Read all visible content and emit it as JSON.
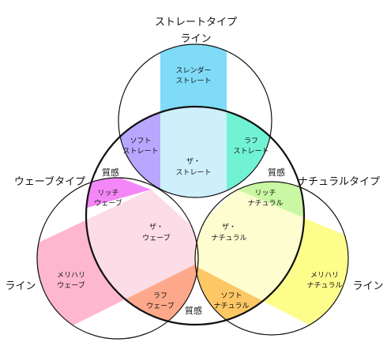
{
  "categories": {
    "straight": {
      "title": "ストレートタイプ",
      "line": "ライン"
    },
    "wave": {
      "title": "ウェーブタイプ",
      "line": "ライン"
    },
    "natural": {
      "title": "ナチュラルタイプ",
      "line": "ライン"
    }
  },
  "texture_labels": {
    "left": "質感",
    "right": "質感",
    "bottom": "質感"
  },
  "regions": {
    "slender_straight": [
      "スレンダー",
      "ストレート"
    ],
    "soft_straight": [
      "ソフト",
      "ストレート"
    ],
    "the_straight": [
      "ザ・",
      "ストレート"
    ],
    "rough_straight": [
      "ラフ",
      "ストレート"
    ],
    "rich_wave": [
      "リッチ",
      "ウェーブ"
    ],
    "the_wave": [
      "ザ・",
      "ウェーブ"
    ],
    "merihari_wave": [
      "メリハリ",
      "ウェーブ"
    ],
    "rough_wave": [
      "ラフ",
      "ウェーブ"
    ],
    "rich_natural": [
      "リッチ",
      "ナチュラル"
    ],
    "the_natural": [
      "ザ・",
      "ナチュラル"
    ],
    "merihari_natural": [
      "メリハリ",
      "ナチュラル"
    ],
    "soft_natural": [
      "ソフト",
      "ナチュラル"
    ]
  }
}
